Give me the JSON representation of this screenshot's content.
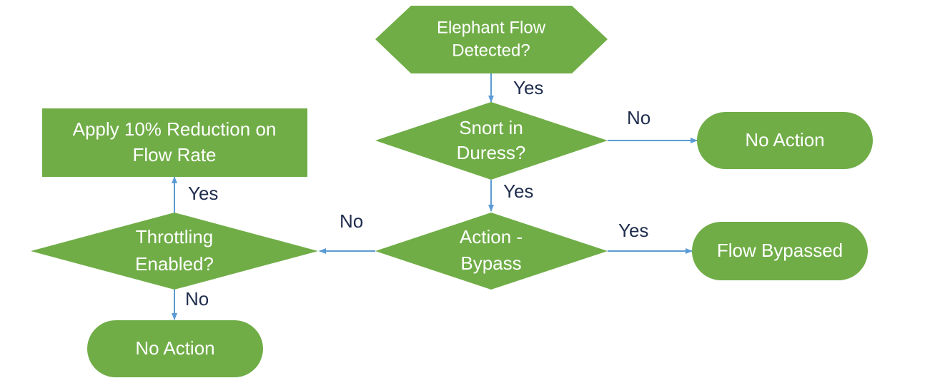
{
  "colors": {
    "node_fill": "#70ad47",
    "node_text": "#ffffff",
    "edge": "#5b9bd5",
    "edge_label": "#1f2d4d",
    "background": "#ffffff"
  },
  "nodes": {
    "elephant": {
      "line1": "Elephant Flow",
      "line2": "Detected?"
    },
    "snort": {
      "line1": "Snort in",
      "line2": "Duress?"
    },
    "no_action_right": {
      "label": "No Action"
    },
    "action_bypass": {
      "line1": "Action -",
      "line2": "Bypass"
    },
    "flow_bypassed": {
      "label": "Flow Bypassed"
    },
    "throttling": {
      "line1": "Throttling",
      "line2": "Enabled?"
    },
    "apply_reduction": {
      "line1": "Apply 10% Reduction on",
      "line2": "Flow Rate"
    },
    "no_action_left": {
      "label": "No Action"
    }
  },
  "edges": {
    "elephant_to_snort": "Yes",
    "snort_to_no_action": "No",
    "snort_to_bypass": "Yes",
    "bypass_to_flow": "Yes",
    "bypass_to_throttling": "No",
    "throttling_to_apply": "Yes",
    "throttling_to_no_action": "No"
  }
}
